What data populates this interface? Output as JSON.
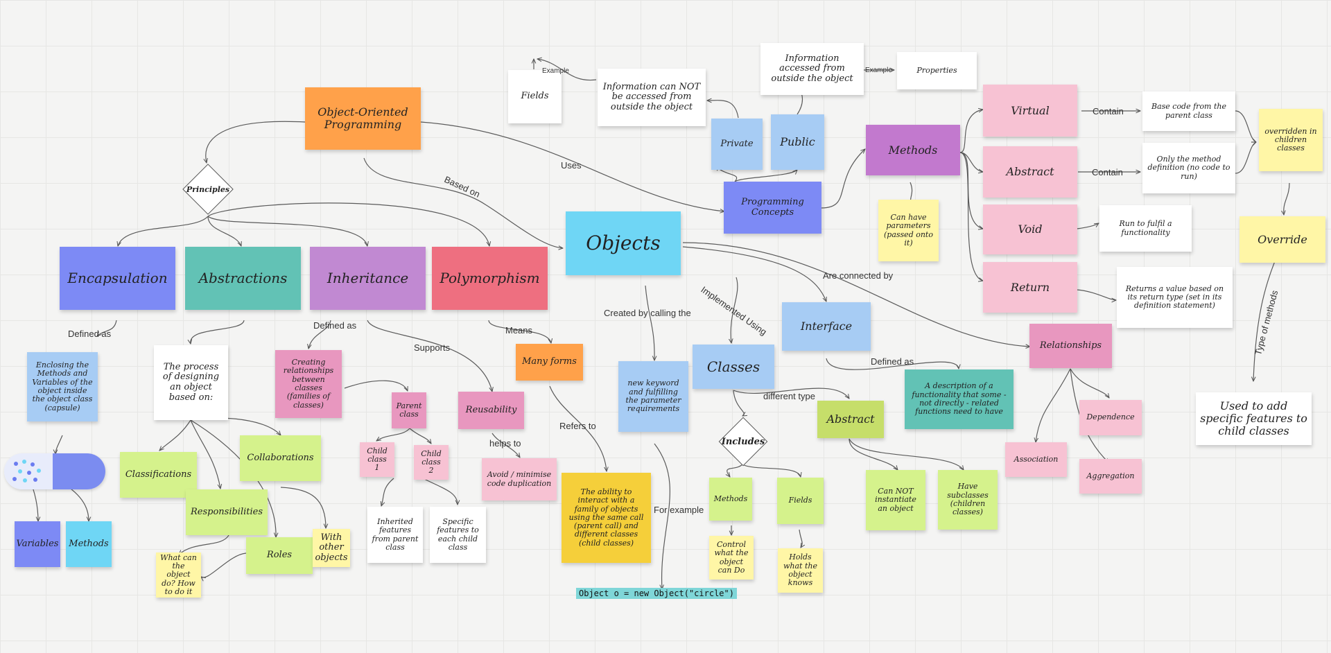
{
  "colors": {
    "orange": "#ffa14a",
    "purple_blue": "#7d8af5",
    "teal": "#62c2b5",
    "lavender": "#c189d2",
    "red_pink": "#ee6f80",
    "cyan": "#6fd6f5",
    "light_blue": "#a7ccf4",
    "pink": "#f7c2d3",
    "dark_pink": "#e897bf",
    "light_yellow": "#fff6a6",
    "lime": "#d5f28c",
    "olive_green": "#c6de6a",
    "yellow": "#f5cf3a",
    "white": "#ffffff",
    "light_purple": "#c279ce"
  },
  "notes": {
    "oop": "Object-Oriented Programming",
    "encapsulation": "Encapsulation",
    "abstractions": "Abstractions",
    "inheritance": "Inheritance",
    "polymorphism": "Polymorphism",
    "objects": "Objects",
    "enclosing": "Enclosing the Methods and Variables of the object inside the object class (capsule)",
    "designing": "The process of designing an object based on:",
    "creating_relationships": "Creating relationships between classes (families of classes)",
    "parent_class": "Parent class",
    "child_class_1": "Child class 1",
    "child_class_2": "Child class 2",
    "inherited_features": "Inherited features from parent class",
    "specific_features": "Specific features to each child class",
    "reusability": "Reusability",
    "avoid_duplication": "Avoid / minimise code duplication",
    "many_forms": "Many forms",
    "ability_interact": "The ability to interact with a family of objects using the same call (parent call) and different classes (child classes)",
    "classifications": "Classifications",
    "collaborations": "Collaborations",
    "responsibilities": "Responsibilities",
    "roles": "Roles",
    "with_other_objects": "With other objects",
    "what_can_do": "What can the object do? How to do it",
    "variables": "Variables",
    "methods_small": "Methods",
    "new_keyword": "new keyword and fulfilling the parameter requirements",
    "classes": "Classes",
    "interface": "Interface",
    "abstract_green": "Abstract",
    "description_functionality": "A description of a functionality that some - not directly - related functions need to have",
    "cannot_instantiate": "Can NOT instantiate an object",
    "have_subclasses": "Have subclasses (children classes)",
    "methods_green": "Methods",
    "fields_green": "Fields",
    "control_what": "Control what the object can Do",
    "holds_what": "Holds what the object knows",
    "fields_white": "Fields",
    "info_not_accessed": "Information can NOT be accessed from outside the object",
    "info_accessed": "Information accessed from outside the object",
    "properties": "Properties",
    "private": "Private",
    "public": "Public",
    "programming_concepts": "Programming Concepts",
    "methods_main": "Methods",
    "can_have_parameters": "Can have parameters (passed onto it)",
    "virtual": "Virtual",
    "abstract_pink": "Abstract",
    "void": "Void",
    "return": "Return",
    "base_code": "Base code from the parent class",
    "only_definition": "Only the method definition (no code to run)",
    "run_to_fulfil": "Run to fulfil a functionality",
    "returns_value": "Returns a value based on its return type (set in its definition statement)",
    "overridden": "overridden in children classes",
    "override": "Override",
    "used_to_add": "Used to add specific features to child classes",
    "relationships": "Relationships",
    "dependence": "Dependence",
    "association": "Association",
    "aggregation": "Aggregation",
    "principles": "Principles",
    "includes": "Includes"
  },
  "labels": {
    "uses": "Uses",
    "based_on": "Based on",
    "defined_as_1": "Defined as",
    "defined_as_2": "Defined as",
    "defined_as_3": "Defined as",
    "supports": "Supports",
    "means": "Means",
    "helps_to": "helps to",
    "refers_to": "Refers to",
    "created_by": "Created by calling the",
    "implemented_using": "Implemented Using",
    "are_connected_by": "Are connected by",
    "different_type": "different type",
    "for_example": "For example",
    "example_1": "Example",
    "example_2": "Example",
    "contain_1": "Contain",
    "contain_2": "Contain",
    "type_of_methods": "Type of methods"
  },
  "code": {
    "snippet": "Object o = new Object(\"circle\")"
  }
}
